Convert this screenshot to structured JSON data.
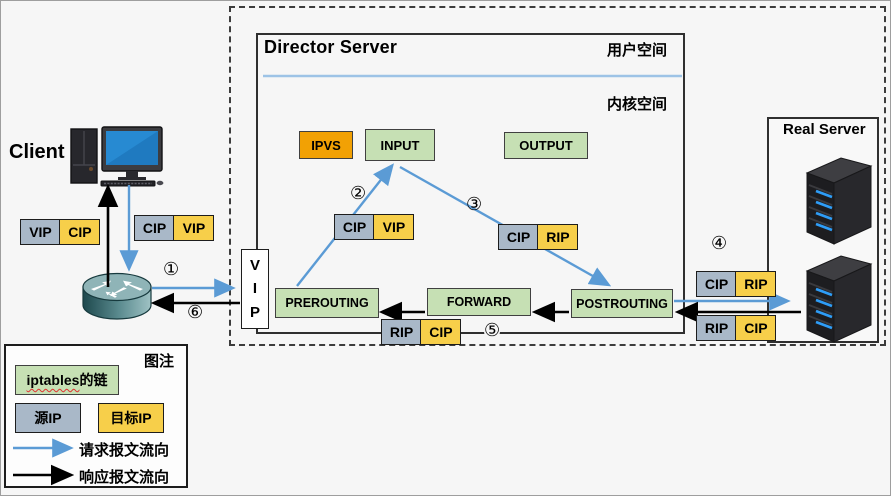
{
  "client": {
    "label": "Client"
  },
  "director": {
    "title": "Director Server",
    "user_space_label": "用户空间",
    "kernel_space_label": "内核空间",
    "vip_letters": [
      "V",
      "I",
      "P"
    ],
    "chains": {
      "ipvs": "IPVS",
      "input": "INPUT",
      "output": "OUTPUT",
      "prerouting": "PREROUTING",
      "forward": "FORWARD",
      "postrouting": "POSTROUTING"
    }
  },
  "real_server": {
    "title": "Real Server"
  },
  "steps": [
    "①",
    "②",
    "③",
    "④",
    "⑤",
    "⑥"
  ],
  "ip_pairs": [
    {
      "id": "response-to-client",
      "src": "VIP",
      "dst": "CIP"
    },
    {
      "id": "request-from-client",
      "src": "CIP",
      "dst": "VIP"
    },
    {
      "id": "prerouting-to-input",
      "src": "CIP",
      "dst": "VIP"
    },
    {
      "id": "input-to-postrouting",
      "src": "CIP",
      "dst": "RIP"
    },
    {
      "id": "forward-response",
      "src": "RIP",
      "dst": "CIP"
    },
    {
      "id": "to-real-server",
      "src": "CIP",
      "dst": "RIP"
    },
    {
      "id": "from-real-server",
      "src": "RIP",
      "dst": "CIP"
    }
  ],
  "legend": {
    "title": "图注",
    "chain_label_en": "iptables",
    "chain_label_zh": "的链",
    "source_ip_label": "源IP",
    "dest_ip_label": "目标IP",
    "request_flow_label": "请求报文流向",
    "response_flow_label": "响应报文流向"
  },
  "colors": {
    "request_arrow": "#5b9bd5",
    "response_arrow": "#000000",
    "chain_green": "#c6e0b4",
    "source_gray": "#a9b8c8",
    "dest_yellow": "#f7cf4a",
    "ipvs_orange": "#f2a104"
  }
}
